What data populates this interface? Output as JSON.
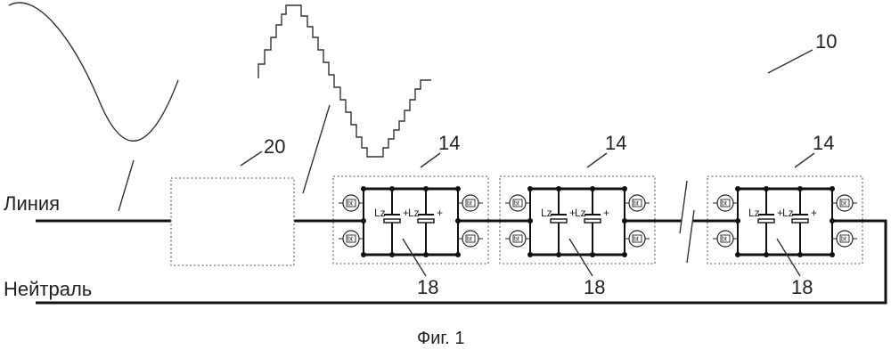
{
  "labels": {
    "line": "Линия",
    "neutral": "Нейтраль",
    "figure_caption": "Фиг. 1",
    "system_ref": "10",
    "converter_ref": "20",
    "module_ref": "14",
    "cap_ref": "18"
  },
  "module": {
    "cap_label": "Lz",
    "plus_sign": "+",
    "switch_label": "bt"
  },
  "colors": {
    "ink": "#111111",
    "dash": "#777777"
  }
}
